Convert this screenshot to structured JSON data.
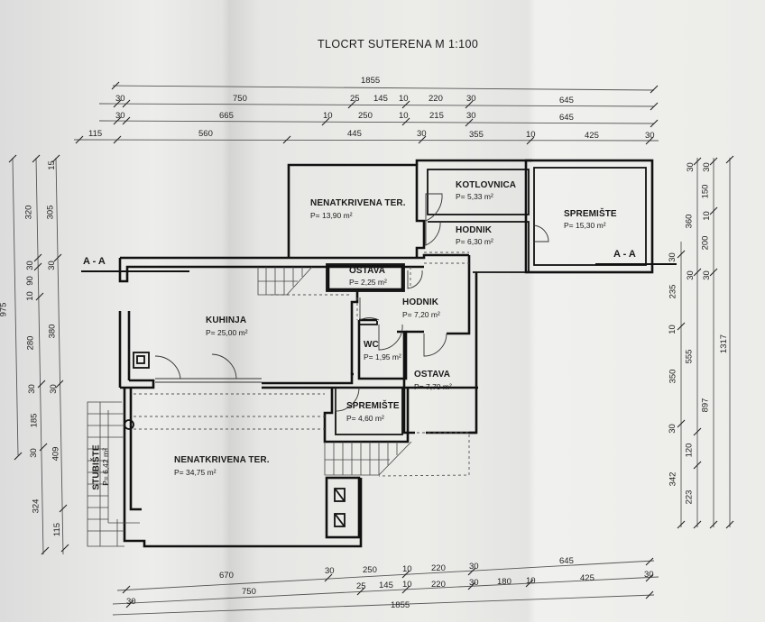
{
  "title": "TLOCRT SUTERENA M 1:100",
  "section_marker": "A - A",
  "area_unit": "m²",
  "rooms": {
    "nenatkrivena_ter_top": {
      "name": "NENATKRIVENA TER.",
      "area": "P= 13,90 m²"
    },
    "kotlovnica": {
      "name": "KOTLOVNICA",
      "area": "P= 5,33 m²"
    },
    "hodnik_top": {
      "name": "HODNIK",
      "area": "P= 6,30 m²"
    },
    "spremiste_right": {
      "name": "SPREMIŠTE",
      "area": "P= 15,30 m²"
    },
    "ostava_small": {
      "name": "OSTAVA",
      "area": "P= 2,25 m²"
    },
    "kuhinja": {
      "name": "KUHINJA",
      "area": "P= 25,00 m²"
    },
    "hodnik_mid": {
      "name": "HODNIK",
      "area": "P= 7,20 m²"
    },
    "wc": {
      "name": "WC",
      "area": "P= 1,95 m²"
    },
    "ostava_large": {
      "name": "OSTAVA",
      "area": "P= 7,70 m²"
    },
    "spremiste_small": {
      "name": "SPREMIŠTE",
      "area": "P= 4,60 m²"
    },
    "nenatkrivena_ter_bottom": {
      "name": "NENATKRIVENA TER.",
      "area": "P= 34,75 m²"
    },
    "stubiste": {
      "name": "STUBIŠTE",
      "area": "P= 6,42 m²"
    }
  },
  "dimensions": {
    "top_row1": [
      "1855"
    ],
    "top_row2": [
      "30",
      "750",
      "25",
      "145",
      "10",
      "220",
      "30",
      "645"
    ],
    "top_row3": [
      "30",
      "665",
      "10",
      "250",
      "10",
      "215",
      "30",
      "645"
    ],
    "top_row4": [
      "115",
      "560",
      "445",
      "30",
      "355",
      "10",
      "425",
      "30"
    ],
    "left_col1": [
      "975"
    ],
    "left_col2": [
      "320",
      "30",
      "10",
      "90",
      "280",
      "30",
      "185",
      "30",
      "324"
    ],
    "left_col3": [
      "15",
      "305",
      "30",
      "380",
      "30",
      "409",
      "115"
    ],
    "right_col1": [
      "30",
      "235",
      "10",
      "350",
      "30",
      "342"
    ],
    "right_col2": [
      "30",
      "360",
      "30",
      "555",
      "120",
      "223"
    ],
    "right_col3": [
      "30",
      "150",
      "10",
      "200",
      "30",
      "897"
    ],
    "right_col4": [
      "1317"
    ],
    "bottom_row1": [
      "670",
      "30",
      "250",
      "10",
      "220",
      "30",
      "645"
    ],
    "bottom_row2": [
      "30",
      "750",
      "25",
      "145",
      "10",
      "220",
      "30",
      "180",
      "10",
      "425",
      "30"
    ],
    "bottom_row3": [
      "1855"
    ]
  }
}
